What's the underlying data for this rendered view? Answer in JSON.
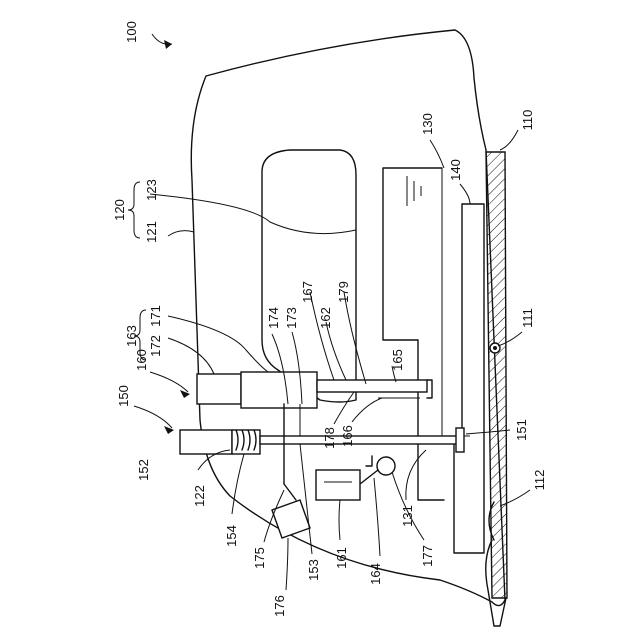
{
  "labels": {
    "l100": "100",
    "l110": "110",
    "l111": "111",
    "l112": "112",
    "l120": "120",
    "l121": "121",
    "l122": "122",
    "l123": "123",
    "l130": "130",
    "l131": "131",
    "l140": "140",
    "l150": "150",
    "l151": "151",
    "l152": "152",
    "l153": "153",
    "l154": "154",
    "l160": "160",
    "l161": "161",
    "l162": "162",
    "l163": "163",
    "l164": "164",
    "l165": "165",
    "l166": "166",
    "l167": "167",
    "l171": "171",
    "l172": "172",
    "l173": "173",
    "l174": "174",
    "l175": "175",
    "l176": "176",
    "l177": "177",
    "l178": "178",
    "l179": "179"
  }
}
